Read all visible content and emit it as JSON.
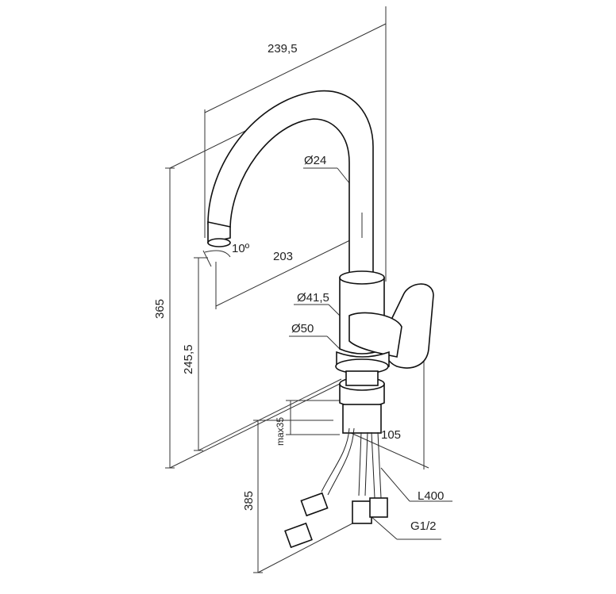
{
  "diagram": {
    "dimensions": {
      "width_overall": "239,5",
      "spout_diameter": "Ø24",
      "spout_angle": "10º",
      "spout_reach": "203",
      "body_diameter": "Ø41,5",
      "base_diameter": "Ø50",
      "height_overall": "365",
      "spout_height": "245,5",
      "max_deck_thickness": "max35",
      "hole_offset": "105",
      "hose_length_label": "L400",
      "hose_drop": "385",
      "thread_size": "G1/2"
    }
  }
}
